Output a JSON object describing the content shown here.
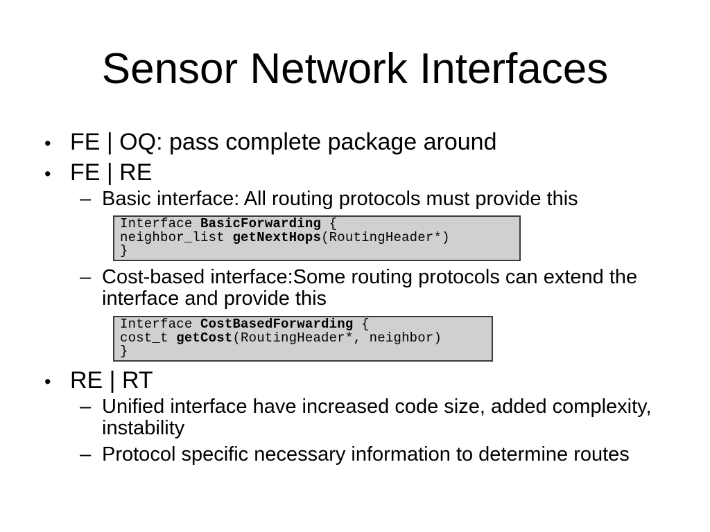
{
  "slide": {
    "title": "Sensor Network Interfaces"
  },
  "bullets": {
    "b1": {
      "marker": "•",
      "text": "FE | OQ: pass complete package around"
    },
    "b2": {
      "marker": "•",
      "text": "FE | RE"
    },
    "s1": {
      "marker": "–",
      "text": "Basic interface: All routing protocols must provide this"
    },
    "s2": {
      "marker": "–",
      "text": "Cost-based interface:Some routing protocols can extend the\ninterface and provide this"
    },
    "b3": {
      "marker": "•",
      "text": "RE | RT"
    },
    "s3": {
      "marker": "–",
      "text": "Unified interface have increased code size, added complexity,\ninstability"
    },
    "s4": {
      "marker": "–",
      "text": "Protocol specific necessary information to determine routes"
    }
  },
  "code_blocks": {
    "basic_forwarding": {
      "lines": [
        [
          {
            "t": "Interface ",
            "b": false
          },
          {
            "t": "BasicForwarding",
            "b": true
          },
          {
            "t": " {",
            "b": false
          }
        ],
        [
          {
            "t": "neighbor_list ",
            "b": false
          },
          {
            "t": "getNextHops",
            "b": true
          },
          {
            "t": "(RoutingHeader*)",
            "b": false
          }
        ],
        [
          {
            "t": "}",
            "b": false
          }
        ]
      ]
    },
    "cost_based_forwarding": {
      "lines": [
        [
          {
            "t": "Interface ",
            "b": false
          },
          {
            "t": "CostBasedForwarding",
            "b": true
          },
          {
            "t": " {",
            "b": false
          }
        ],
        [
          {
            "t": "cost_t ",
            "b": false
          },
          {
            "t": "getCost",
            "b": true
          },
          {
            "t": "(RoutingHeader*, neighbor)",
            "b": false
          }
        ],
        [
          {
            "t": "}",
            "b": false
          }
        ]
      ]
    }
  },
  "colors": {
    "background": "#ffffff",
    "text": "#000000",
    "code_background": "#d0d0d0",
    "code_border": "#3a3a3a"
  }
}
